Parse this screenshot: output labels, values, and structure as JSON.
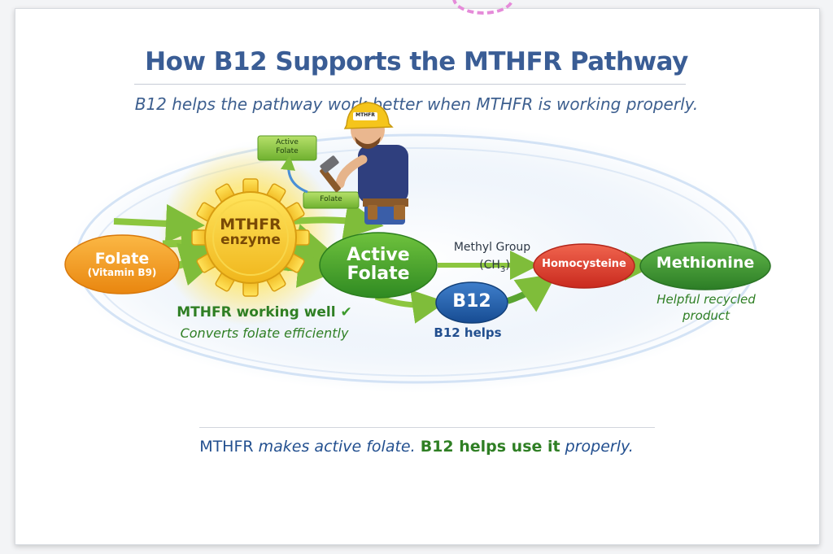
{
  "title": "How B12 Supports the MTHFR Pathway",
  "subtitle": "B12 helps the pathway work better when MTHFR is working properly.",
  "nodes": {
    "folate": {
      "label": "Folate",
      "sublabel": "(Vitamin B9)"
    },
    "mthfr": {
      "line1": "MTHFR",
      "line2": "enzyme"
    },
    "active_folate": {
      "line1": "Active",
      "line2": "Folate"
    },
    "b12": {
      "label": "B12"
    },
    "homocysteine": {
      "label": "Homocysteine"
    },
    "methionine": {
      "label": "Methionine"
    }
  },
  "labels": {
    "methyl_group": "Methyl Group",
    "ch3": "(CH",
    "ch3_sub": "3",
    "ch3_close": ")",
    "mthfr_status": "MTHFR working well",
    "mthfr_status_check": "✔",
    "mthfr_converts": "Converts folate efficiently",
    "b12_helps": "B12 helps",
    "methionine_caption_1": "Helpful recycled",
    "methionine_caption_2": "product"
  },
  "worker": {
    "helmet_text": "MTHFR",
    "sign_active_1": "Active",
    "sign_active_2": "Folate",
    "sign_folate": "Folate"
  },
  "bottom": {
    "part1": "MTHFR",
    "part2": " makes active folate. ",
    "part3": "B12 helps use it",
    "part4": " properly."
  },
  "colors": {
    "title": "#3a5d95",
    "subtitle": "#3d5f8f",
    "folate": "#f39a1e",
    "gear": "#f6cf2e",
    "active_folate": "#4aa52c",
    "b12": "#1f5ca8",
    "homocysteine": "#df3b2b",
    "methionine": "#3e9a34",
    "arrow": "#8cc63f",
    "green_text": "#2f7f24",
    "blue_text": "#224f8f",
    "dark_text": "#2d3846"
  }
}
